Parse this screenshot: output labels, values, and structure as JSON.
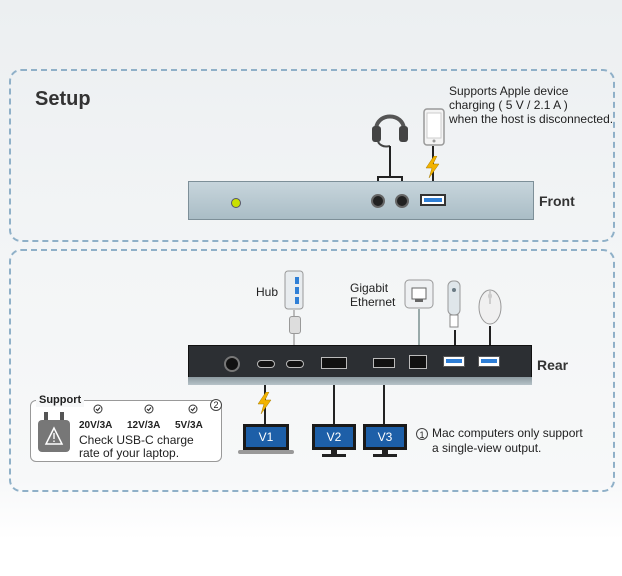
{
  "setup": {
    "title": "Setup",
    "front_label": "Front",
    "rear_label": "Rear",
    "apple_note": [
      "Supports Apple device",
      "charging ( 5 V / 2.1 A )",
      "when the host is disconnected."
    ],
    "hub_label": "Hub",
    "ethernet_label": [
      "Gigabit",
      "Ethernet"
    ],
    "monitors": [
      "V1",
      "V2",
      "V3"
    ],
    "mac_note_marker": "1",
    "mac_note": [
      "Mac computers only support",
      "a single-view output."
    ],
    "support": {
      "title": "Support",
      "marker": "2",
      "ratings": [
        "20V/3A",
        "12V/3A",
        "5V/3A"
      ],
      "note": [
        "Check USB-C charge",
        "rate of your laptop."
      ]
    }
  },
  "icons": [
    "headset-icon",
    "phone-icon",
    "lightning-icon",
    "hub-icon",
    "ethernet-adapter-icon",
    "usb-stick-icon",
    "mouse-icon",
    "laptop-icon",
    "monitor-icon",
    "power-adapter-icon",
    "check-icon"
  ],
  "colors": {
    "accent": "#1d5fa8",
    "dashed_border": "#8fb0c8",
    "lightning": "#f2b300",
    "led": "#c9e000"
  }
}
